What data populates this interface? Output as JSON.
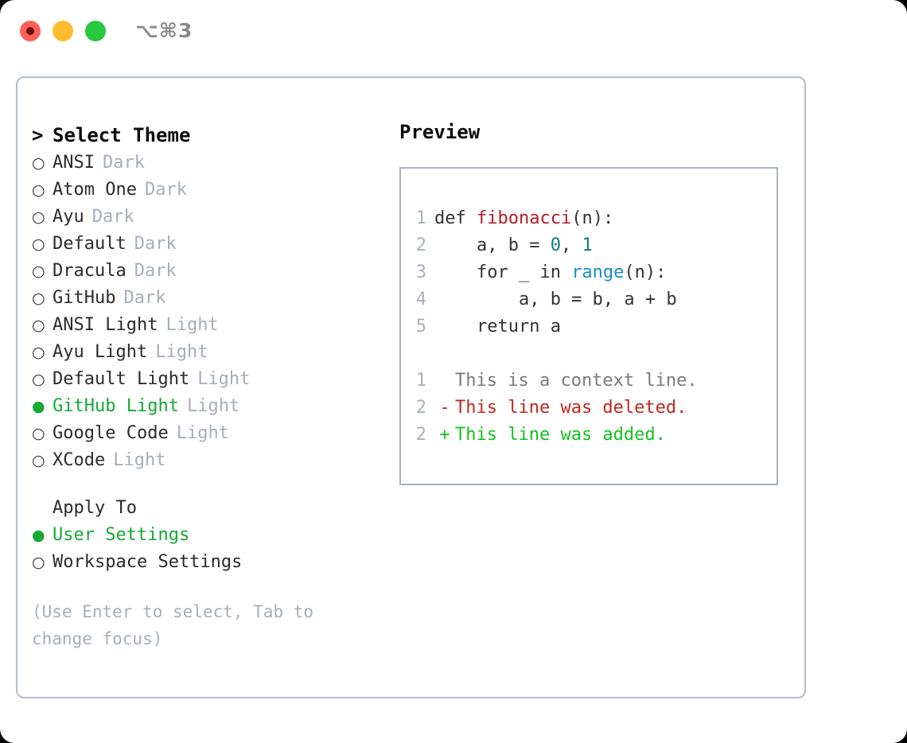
{
  "titlebar": {
    "shortcut": "⌥⌘3",
    "traffic_lights": [
      {
        "name": "close",
        "color": "#fc6058"
      },
      {
        "name": "minimize",
        "color": "#fdbc2e"
      },
      {
        "name": "maximize",
        "color": "#28c840"
      }
    ]
  },
  "theme_picker": {
    "caret": ">",
    "title": "Select Theme",
    "marker_unselected": "○",
    "marker_selected": "●",
    "selected_color": "#16a935",
    "items": [
      {
        "name": "ANSI",
        "category": "Dark",
        "selected": false
      },
      {
        "name": "Atom One",
        "category": "Dark",
        "selected": false
      },
      {
        "name": "Ayu",
        "category": "Dark",
        "selected": false
      },
      {
        "name": "Default",
        "category": "Dark",
        "selected": false
      },
      {
        "name": "Dracula",
        "category": "Dark",
        "selected": false
      },
      {
        "name": "GitHub",
        "category": "Dark",
        "selected": false
      },
      {
        "name": "ANSI Light",
        "category": "Light",
        "selected": false
      },
      {
        "name": "Ayu Light",
        "category": "Light",
        "selected": false
      },
      {
        "name": "Default Light",
        "category": "Light",
        "selected": false
      },
      {
        "name": "GitHub Light",
        "category": "Light",
        "selected": true
      },
      {
        "name": "Google Code",
        "category": "Light",
        "selected": false
      },
      {
        "name": "XCode",
        "category": "Light",
        "selected": false
      }
    ]
  },
  "apply_to": {
    "header": "Apply To",
    "options": [
      {
        "label": "User Settings",
        "selected": true
      },
      {
        "label": "Workspace Settings",
        "selected": false
      }
    ]
  },
  "hint": "(Use Enter to select, Tab to change focus)",
  "preview": {
    "title": "Preview",
    "code_lines": [
      {
        "no": "1",
        "tokens": [
          {
            "t": "def ",
            "c": "plain"
          },
          {
            "t": "fibonacci",
            "c": "fn"
          },
          {
            "t": "(n):",
            "c": "plain"
          }
        ]
      },
      {
        "no": "2",
        "tokens": [
          {
            "t": "    a, b = ",
            "c": "plain"
          },
          {
            "t": "0",
            "c": "num"
          },
          {
            "t": ", ",
            "c": "plain"
          },
          {
            "t": "1",
            "c": "num"
          }
        ]
      },
      {
        "no": "3",
        "tokens": [
          {
            "t": "    for _ in ",
            "c": "plain"
          },
          {
            "t": "range",
            "c": "bi"
          },
          {
            "t": "(n):",
            "c": "plain"
          }
        ]
      },
      {
        "no": "4",
        "tokens": [
          {
            "t": "        a, b = b, a + b",
            "c": "plain"
          }
        ]
      },
      {
        "no": "5",
        "tokens": [
          {
            "t": "    return a",
            "c": "plain"
          }
        ]
      }
    ],
    "diff_lines": [
      {
        "no": "1",
        "marker": " ",
        "text": "This is a context line.",
        "kind": "ctx"
      },
      {
        "no": "2",
        "marker": "-",
        "text": "This line was deleted.",
        "kind": "del"
      },
      {
        "no": "2",
        "marker": "+",
        "text": "This line was added.",
        "kind": "add"
      }
    ]
  }
}
